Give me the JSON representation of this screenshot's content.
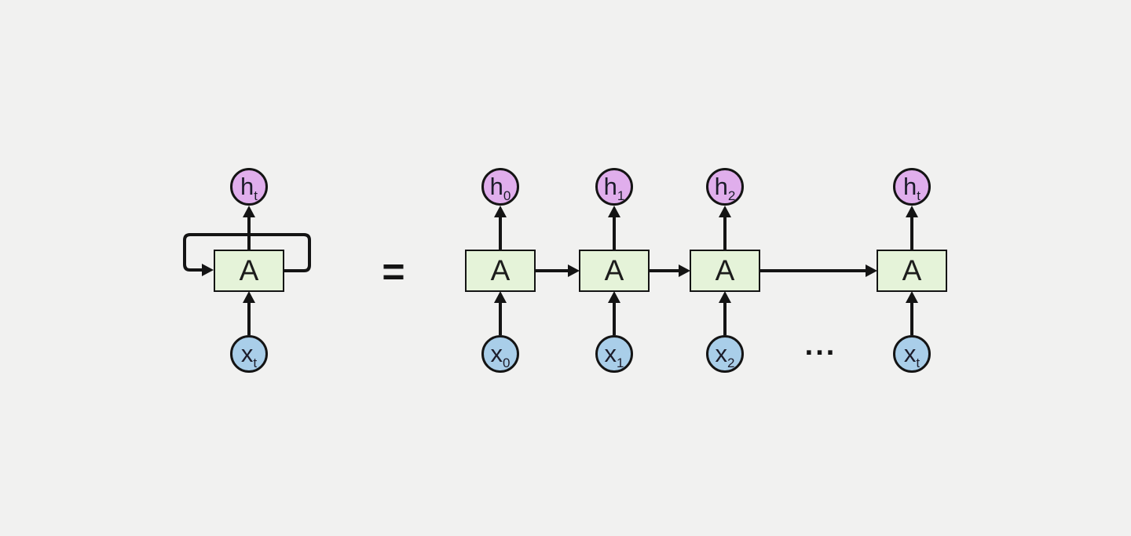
{
  "diagram": {
    "description": "Recurrent neural network rolled cell equals unrolled sequence of cells",
    "equals": "=",
    "ellipsis": "...",
    "colors": {
      "background": "#f1f1f0",
      "cell_fill": "#e5f3d9",
      "cell_border": "#141414",
      "output_node_fill": "#e0aeec",
      "input_node_fill": "#a9cee9",
      "node_border": "#141414",
      "wire": "#141414",
      "text": "#1c1c1c"
    },
    "rolled": {
      "cell": "A",
      "output_base": "h",
      "output_sub": "t",
      "input_base": "x",
      "input_sub": "t"
    },
    "unrolled": [
      {
        "cell": "A",
        "output_base": "h",
        "output_sub": "0",
        "input_base": "x",
        "input_sub": "0"
      },
      {
        "cell": "A",
        "output_base": "h",
        "output_sub": "1",
        "input_base": "x",
        "input_sub": "1"
      },
      {
        "cell": "A",
        "output_base": "h",
        "output_sub": "2",
        "input_base": "x",
        "input_sub": "2"
      },
      {
        "cell": "A",
        "output_base": "h",
        "output_sub": "t",
        "input_base": "x",
        "input_sub": "t"
      }
    ]
  }
}
